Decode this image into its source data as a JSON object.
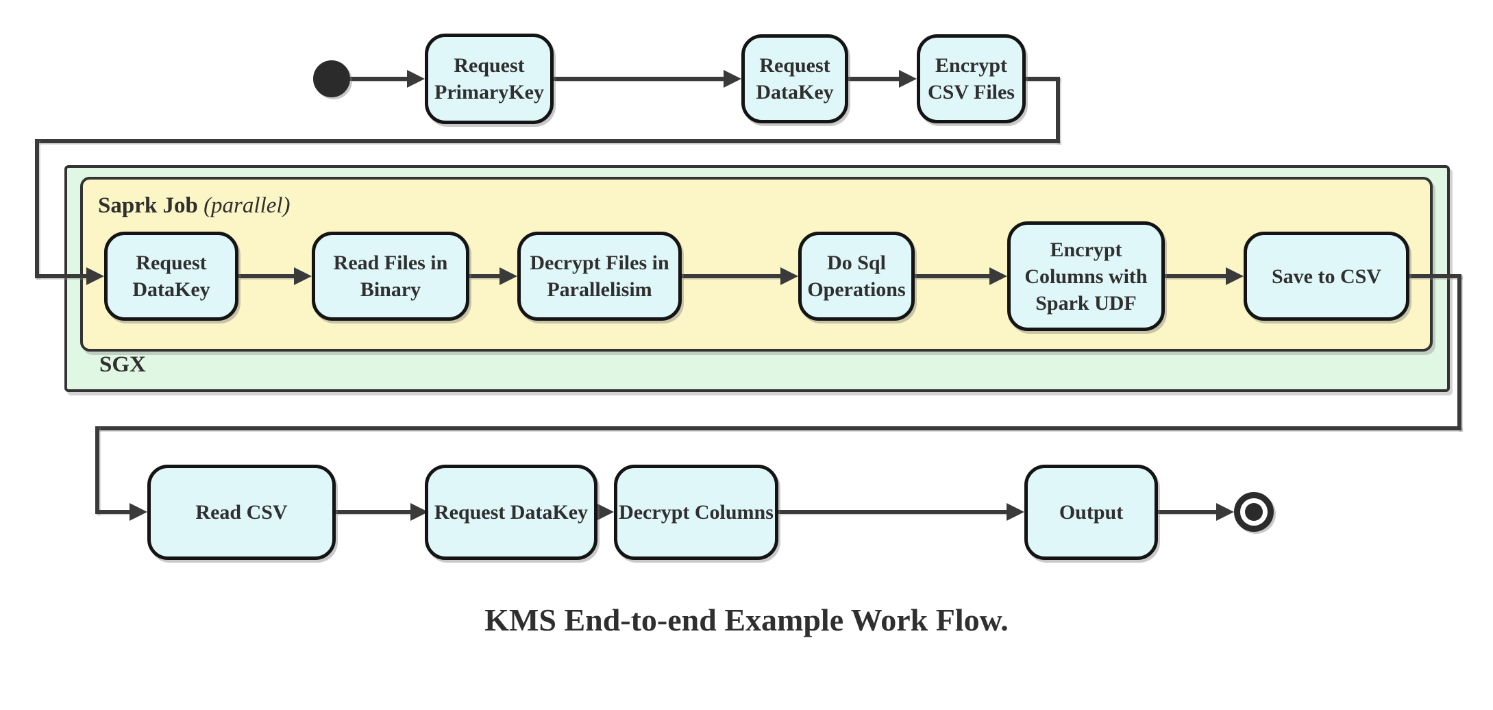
{
  "title": {
    "caption": "KMS End-to-end Example Work Flow."
  },
  "colors": {
    "node_fill": "#e0f7fa",
    "node_border": "#141414",
    "node_text": "#2f2f2f",
    "line": "#3a3a3a",
    "yellow": "#fcf6c6",
    "green": "#e0f7e3",
    "container_border": "#333333"
  },
  "containers": {
    "spark_label": "Saprk Job",
    "spark_label_suffix": "(parallel)",
    "sgx_label": "SGX"
  },
  "nodes": {
    "request_primarykey": "Request\nPrimaryKey",
    "request_datakey_top": "Request\nDataKey",
    "encrypt_csv_files": "Encrypt\nCSV Files",
    "request_datakey_sgx": "Request\nDataKey",
    "read_files_in_binary": "Read Files in\nBinary",
    "decrypt_files_in_parallelisim": "Decrypt Files in\nParallelisim",
    "do_sql_operations": "Do Sql\nOperations",
    "encrypt_columns_with_spark_udf": "Encrypt\nColumns with\nSpark UDF",
    "save_to_csv": "Save to CSV",
    "read_csv": "Read CSV",
    "request_datakey_client": "Request DataKey",
    "decrypt_columns": "Decrypt Columns",
    "output": "Output"
  }
}
